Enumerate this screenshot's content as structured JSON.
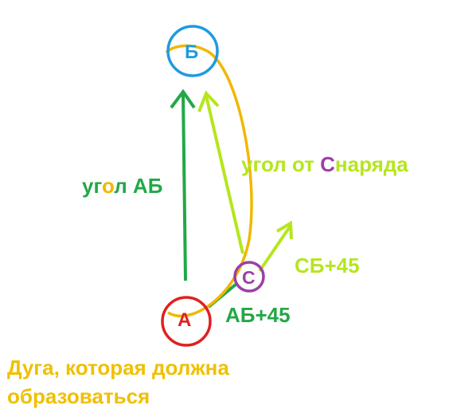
{
  "nodes": {
    "a": {
      "label": "А",
      "color": "#e02020"
    },
    "b": {
      "label": "Б",
      "color": "#1e9be0"
    },
    "c": {
      "label": "С",
      "color": "#9b3fa6"
    }
  },
  "labels": {
    "angle_ab": {
      "before": "уг",
      "accent": "о",
      "after": "л АБ"
    },
    "angle_projectile": {
      "before": "угол от ",
      "accent": "С",
      "after": "наряда"
    },
    "sb45": "СБ+45",
    "ab45": "АБ+45",
    "arc_caption_line1": "Дуга, которая должна",
    "arc_caption_line2": "образоваться"
  },
  "colors": {
    "green": "#22a846",
    "light_green": "#b5e61d",
    "orange": "#f0b800",
    "caption": "#f0c000",
    "purple": "#9b3fa6"
  }
}
